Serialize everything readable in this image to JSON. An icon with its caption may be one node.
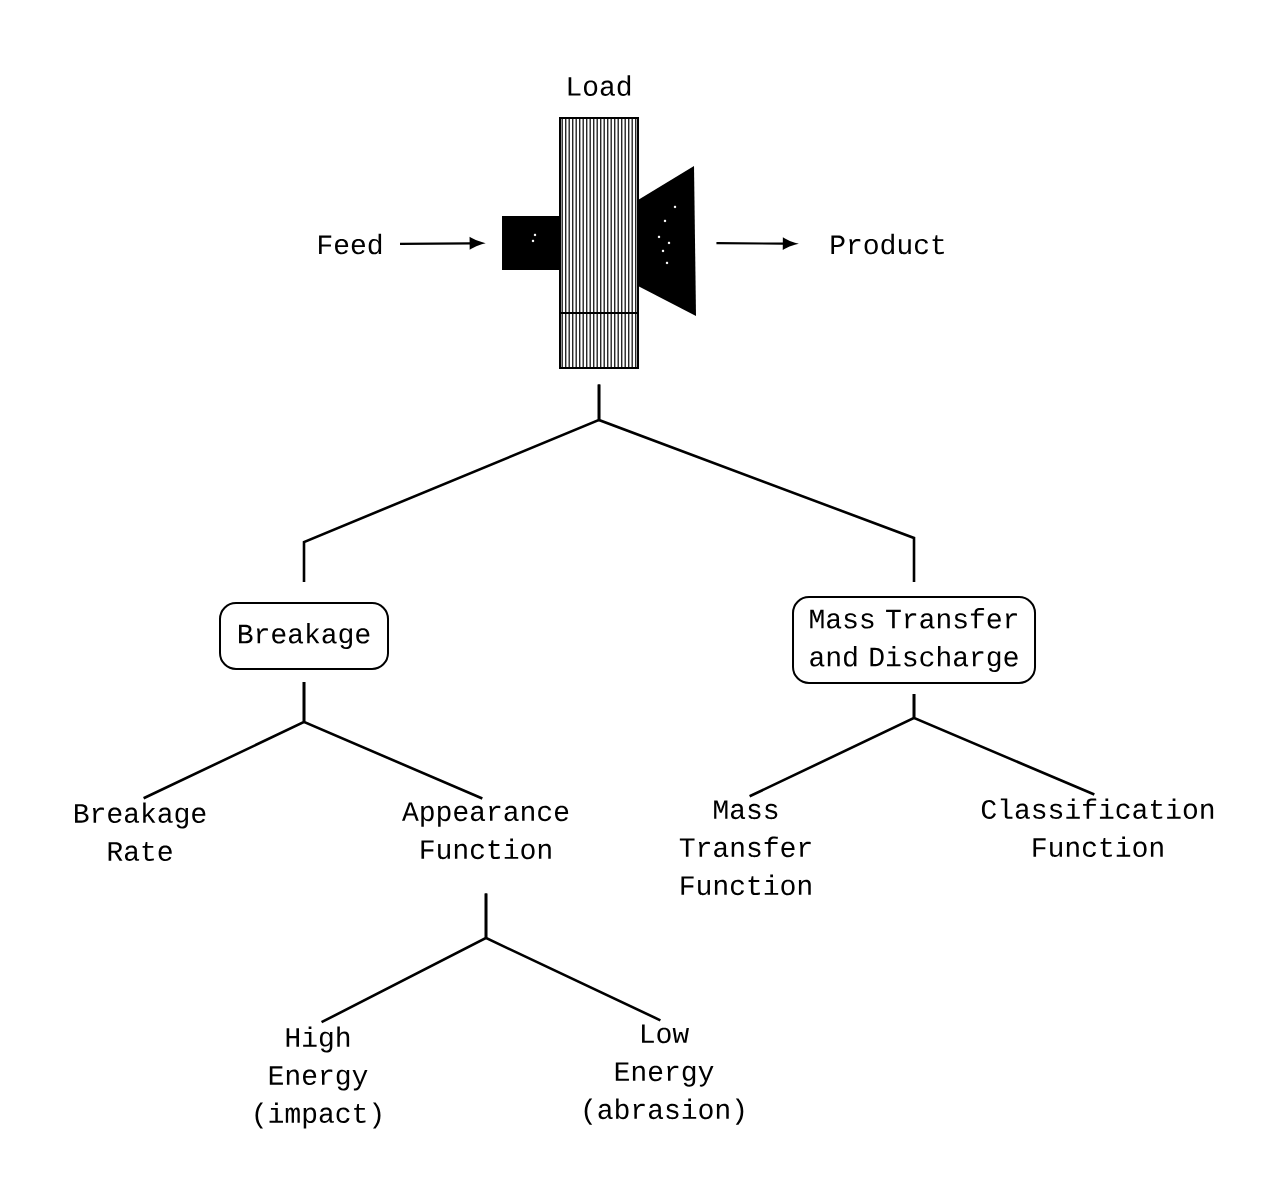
{
  "diagram": {
    "nodes": [
      {
        "text": [
          "Feed"
        ]
      },
      {
        "text": [],
        "shape": "picture",
        "beside": [
          "Load"
        ]
      },
      {
        "text": [
          "Product"
        ]
      },
      {
        "text": [
          "Breakage"
        ]
      },
      {
        "text": [
          "Mass Transfer and Discharge"
        ]
      },
      {
        "text": [
          "Breakage Rate"
        ]
      },
      {
        "text": [
          "Appearance Function"
        ]
      },
      {
        "text": [
          "Mass Transfer Function"
        ]
      },
      {
        "text": [
          "Classification Function"
        ]
      },
      {
        "text": [
          "High Energy (impact)"
        ]
      },
      {
        "text": [
          "Low Energy (abrasion)"
        ]
      }
    ],
    "edges": [
      {
        "from": 0,
        "to": 1,
        "arrow": "to"
      },
      {
        "from": 1,
        "to": 2,
        "arrow": "to"
      },
      {
        "from": 1,
        "to": 3,
        "arrow": "none"
      },
      {
        "from": 1,
        "to": 4,
        "arrow": "none"
      },
      {
        "from": 3,
        "to": 5,
        "arrow": "none"
      },
      {
        "from": 3,
        "to": 6,
        "arrow": "none"
      },
      {
        "from": 4,
        "to": 7,
        "arrow": "none"
      },
      {
        "from": 4,
        "to": 8,
        "arrow": "none"
      },
      {
        "from": 6,
        "to": 9,
        "arrow": "none"
      },
      {
        "from": 6,
        "to": 10,
        "arrow": "none"
      }
    ]
  }
}
